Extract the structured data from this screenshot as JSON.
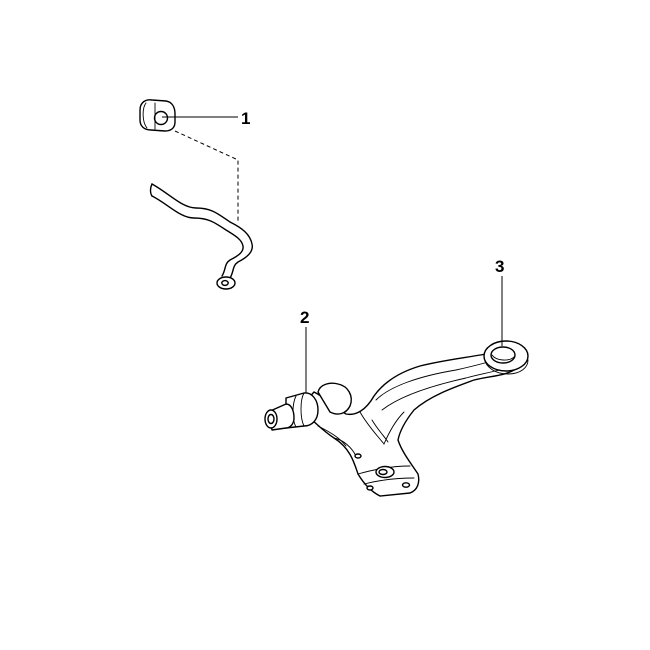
{
  "callouts": [
    {
      "number": "1",
      "part": "stabilizer-bar-bushing"
    },
    {
      "number": "2",
      "part": "lower-arm-front-bushing"
    },
    {
      "number": "3",
      "part": "lower-arm-rear-bushing"
    }
  ],
  "colors": {
    "background": "#ffffff",
    "line": "#000000"
  }
}
